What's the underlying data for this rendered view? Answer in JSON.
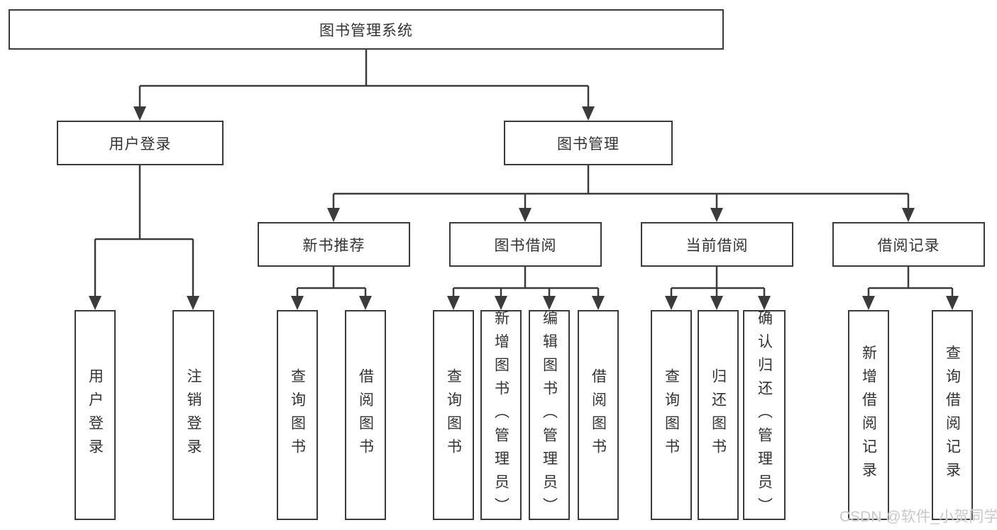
{
  "nodes": {
    "root": "图书管理系统",
    "level2": [
      "用户登录",
      "图书管理"
    ],
    "level3": [
      "新书推荐",
      "图书借阅",
      "当前借阅",
      "借阅记录"
    ],
    "login_children": [
      "用户登录",
      "注销登录"
    ],
    "newbook_children": [
      "查询图书",
      "借阅图书"
    ],
    "borrow_children": [
      "查询图书",
      "新增图书（管理员）",
      "编辑图书（管理员）",
      "借阅图书"
    ],
    "current_children": [
      "查询图书",
      "归还图书",
      "确认归还（管理员）"
    ],
    "records_children": [
      "新增借阅记录",
      "查询借阅记录"
    ]
  },
  "watermark": {
    "text": "CSDN @软件_小贺同学"
  },
  "colors": {
    "line": "#3b3b3b",
    "box_background": "#ffffff",
    "text": "#333333",
    "watermark": "#c9c9c9"
  }
}
